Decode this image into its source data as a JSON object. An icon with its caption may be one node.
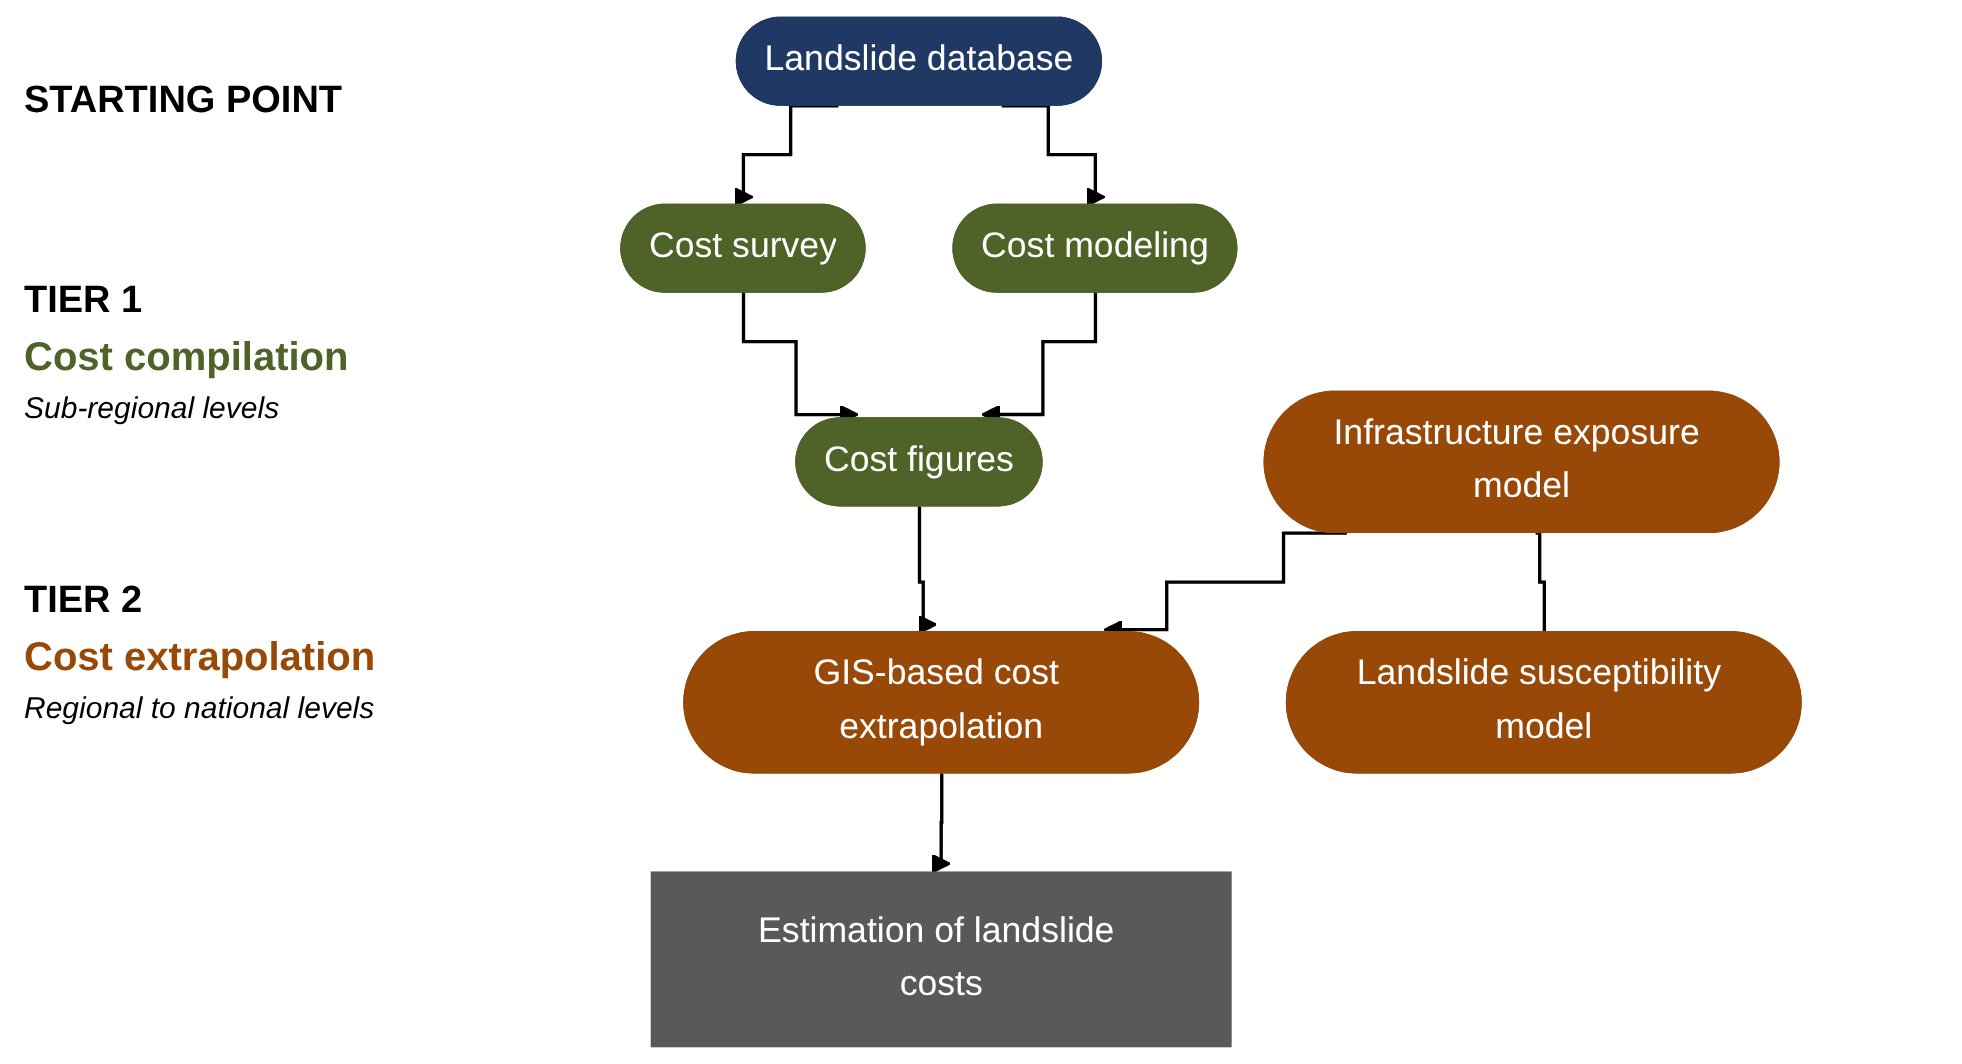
{
  "diagram": {
    "nodes": [
      {
        "text": [
          "Landslide database"
        ]
      },
      {
        "text": [
          "Cost survey"
        ]
      },
      {
        "text": [
          "Cost modeling"
        ]
      },
      {
        "text": [
          "Cost figures"
        ]
      },
      {
        "text": [
          "GIS-based cost extrapolation"
        ]
      },
      {
        "text": [
          "Infrastructure exposure model"
        ]
      },
      {
        "text": [
          "Estimation of landslide costs"
        ]
      },
      {
        "text": [
          "Landslide susceptibility model"
        ]
      }
    ],
    "edges": [
      {
        "from": 0,
        "to": 1,
        "arrow": "to"
      },
      {
        "from": 0,
        "to": 2,
        "arrow": "to"
      },
      {
        "from": 1,
        "to": 3,
        "arrow": "to"
      },
      {
        "from": 2,
        "to": 3,
        "arrow": "to"
      },
      {
        "from": 3,
        "to": 4,
        "arrow": "to"
      },
      {
        "from": 5,
        "to": 4,
        "arrow": "to"
      },
      {
        "from": 5,
        "to": 7,
        "arrow": "none"
      },
      {
        "from": 4,
        "to": 6,
        "arrow": "to"
      }
    ],
    "labels": [
      "STARTING POINT",
      "TIER 1",
      "Cost compilation",
      "Sub-regional levels",
      "TIER 2",
      "Cost extrapolation",
      "Regional to national levels"
    ]
  }
}
